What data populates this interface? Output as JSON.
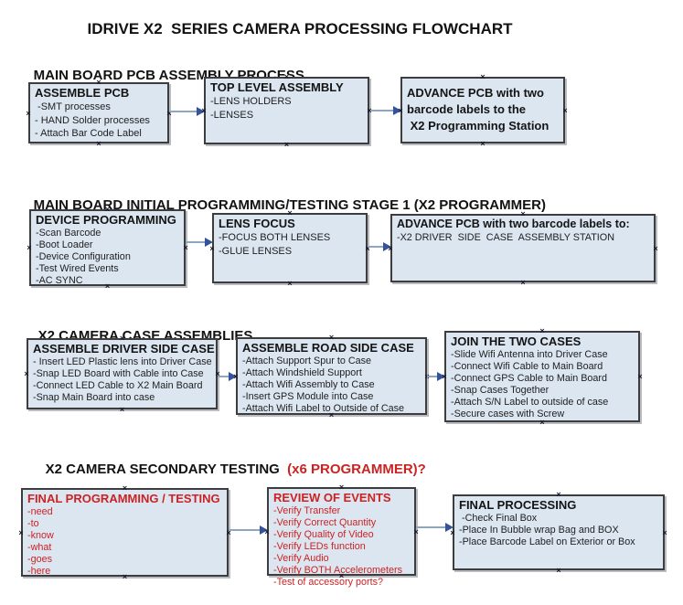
{
  "page_title": "IDRIVE X2  SERIES CAMERA PROCESSING FLOWCHART",
  "colors": {
    "accent_red": "#cc2222",
    "box_fill": "#dce6f1",
    "box_border": "#3d3d3d",
    "arrow_shaft": "#8ea6c0",
    "arrow_head": "#33539b",
    "text": "#1e1e1e"
  },
  "sections": [
    {
      "heading": "MAIN BOARD PCB ASSEMBLY PROCESS",
      "boxes": [
        {
          "title": "ASSEMBLE PCB",
          "items": [
            " -SMT processes",
            "- HAND Solder processes",
            "- Attach Bar Code Label"
          ]
        },
        {
          "title": "TOP LEVEL ASSEMBLY",
          "items": [
            "-LENS HOLDERS",
            "-LENSES"
          ]
        },
        {
          "title": "ADVANCE PCB with two\nbarcode labels to the\n X2 Programming Station",
          "items": []
        }
      ]
    },
    {
      "heading": "MAIN BOARD INITIAL PROGRAMMING/TESTING STAGE 1 (X2 PROGRAMMER)",
      "boxes": [
        {
          "title": "DEVICE PROGRAMMING",
          "items": [
            "-Scan Barcode",
            "-Boot Loader",
            "-Device Configuration",
            "-Test Wired Events",
            "-AC SYNC"
          ]
        },
        {
          "title": "LENS FOCUS",
          "items": [
            "-FOCUS BOTH LENSES",
            "-GLUE LENSES"
          ]
        },
        {
          "title": "ADVANCE PCB with two barcode labels to:",
          "items": [
            "-X2 DRIVER  SIDE  CASE  ASSEMBLY STATION"
          ]
        }
      ]
    },
    {
      "heading": "X2 CAMERA CASE ASSEMBLIES",
      "boxes": [
        {
          "title": "ASSEMBLE DRIVER SIDE CASE",
          "items": [
            "- Insert LED Plastic lens into Driver Case",
            "-Snap LED Board with Cable into Case",
            "-Connect LED Cable to X2 Main Board",
            "-Snap Main Board into case"
          ]
        },
        {
          "title": "ASSEMBLE ROAD SIDE CASE",
          "items": [
            "-Attach Support Spur to Case",
            "-Attach Windshield Support",
            "-Attach Wifi Assembly to Case",
            "-Insert GPS Module into Case",
            "-Attach Wifi Label to Outside of Case"
          ]
        },
        {
          "title": "JOIN THE TWO CASES",
          "items": [
            "-Slide Wifi Antenna into Driver Case",
            "-Connect Wifi Cable to Main Board",
            "-Connect GPS Cable to Main Board",
            "-Snap Cases Together",
            "-Attach S/N Label to outside of case",
            "-Secure cases with Screw"
          ]
        }
      ]
    },
    {
      "heading": "X2 CAMERA SECONDARY TESTING  ",
      "heading_red": "(x6 PROGRAMMER)?",
      "boxes": [
        {
          "title": "FINAL PROGRAMMING / TESTING",
          "items": [
            "-need",
            "-to",
            "-know",
            "-what",
            "-goes",
            "-here"
          ]
        },
        {
          "title": "REVIEW OF EVENTS",
          "items": [
            "-Verify Transfer",
            "-Verify Correct Quantity",
            "-Verify Quality of Video",
            "-Verify LEDs function",
            "-Verify Audio",
            "-Verify BOTH Accelerometers",
            "-Test of accessory ports?"
          ]
        },
        {
          "title": "FINAL PROCESSING",
          "items": [
            " -Check Final Box",
            "-Place In Bubble wrap Bag and BOX",
            "-Place Barcode Label on Exterior or Box"
          ]
        }
      ]
    }
  ]
}
